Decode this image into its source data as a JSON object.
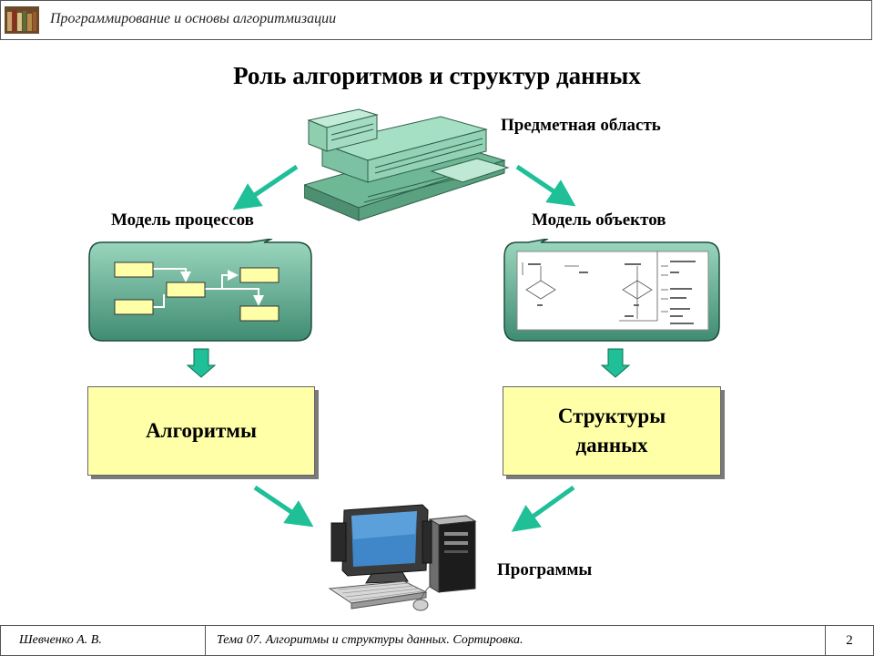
{
  "header": {
    "title": "Программирование и основы алгоритмизации",
    "logo_icon": "books-icon"
  },
  "slide": {
    "title": "Роль алгоритмов и структур данных",
    "subject_area_label": "Предметная область",
    "process_model_label": "Модель процессов",
    "object_model_label": "Модель объектов",
    "algorithms_label": "Алгоритмы",
    "data_structures_line1": "Структуры",
    "data_structures_line2": "данных",
    "programs_label": "Программы"
  },
  "footer": {
    "author": "Шевченко А. В.",
    "topic": "Тема 07. Алгоритмы и структуры данных. Сортировка.",
    "page": "2"
  },
  "colors": {
    "arrow": "#1fbf98",
    "box_fill": "#ffffa8",
    "bubble_fill": "#4f9e84",
    "building": "#8fd4b4"
  }
}
